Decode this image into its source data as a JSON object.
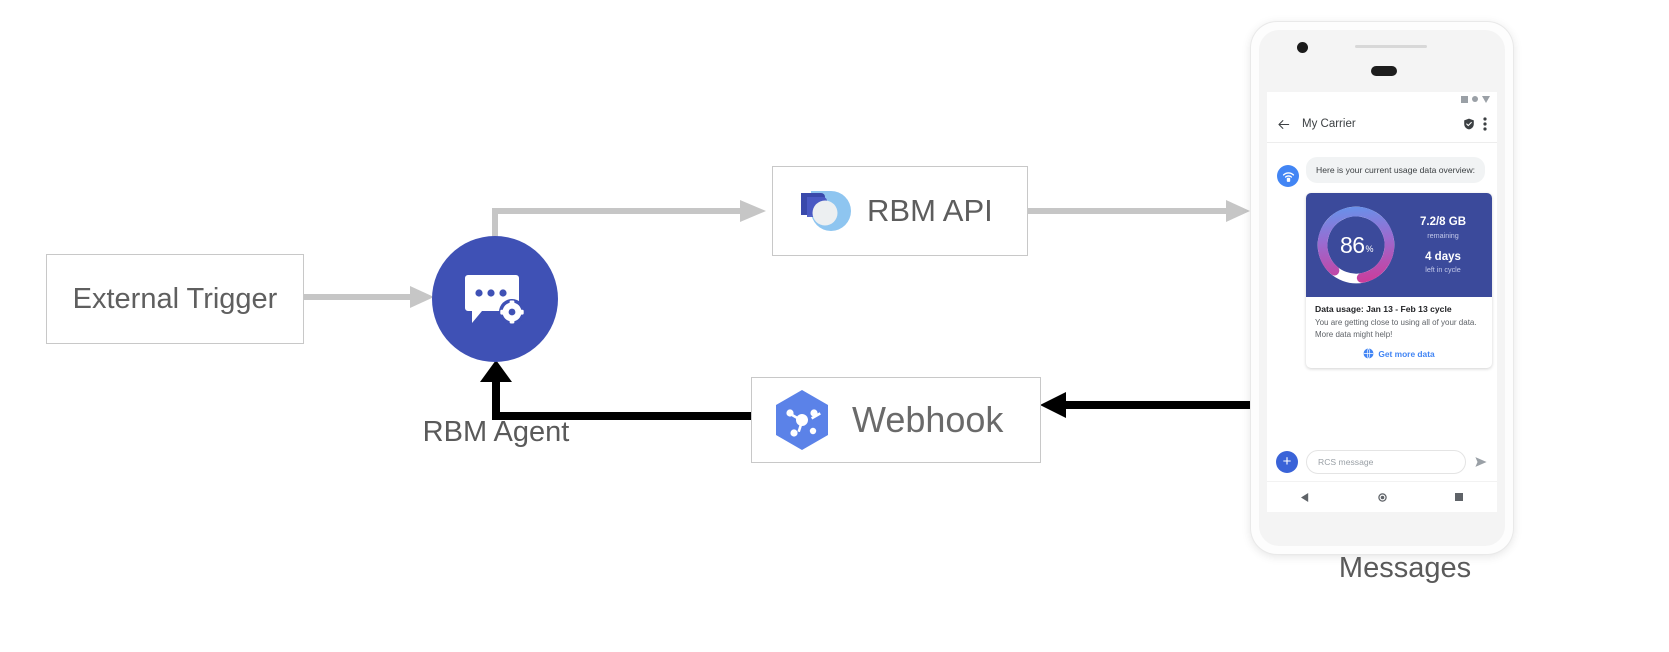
{
  "diagram": {
    "nodes": {
      "external_trigger": "External Trigger",
      "rbm_api": "RBM API",
      "webhook": "Webhook",
      "rbm_agent_label": "RBM Agent",
      "messages_label": "Messages"
    },
    "icons": {
      "rbm_agent": "chat-bubble-gear-icon",
      "rbm_api": "rbm-api-droplet-icon",
      "webhook": "cloud-functions-hexagon-icon"
    },
    "colors": {
      "agent_blue": "#3f51b5",
      "arrow_gray": "#c6c6c6",
      "arrow_black": "#000000",
      "box_border": "#c8c8c8",
      "label_gray": "#5a5a5a"
    }
  },
  "phone": {
    "statusbar": {
      "icons": [
        "signal-icon",
        "wifi-dot-icon",
        "battery-icon"
      ]
    },
    "appbar": {
      "back_icon": "back-arrow-icon",
      "title": "My Carrier",
      "verified_icon": "verified-shield-icon",
      "overflow_icon": "more-vert-icon"
    },
    "conversation": {
      "avatar_icon": "carrier-wifi-avatar-icon",
      "message_text": "Here is your current usage data overview:",
      "card": {
        "gauge": {
          "percent": 86,
          "percent_display": "86",
          "percent_symbol": "%",
          "gradient_from": "#5b9bf0",
          "gradient_to": "#d6328f",
          "track_color": "#ffffff"
        },
        "media_bg": "#3b4a9b",
        "stats": [
          {
            "value": "7.2/8 GB",
            "label": "remaining"
          },
          {
            "value": "4 days",
            "label": "left in cycle"
          }
        ],
        "title": "Data usage: Jan 13 - Feb 13 cycle",
        "description": "You are getting close to using all of your data. More data might help!",
        "action": {
          "icon": "globe-icon",
          "label": "Get more data",
          "color": "#4285f4"
        }
      }
    },
    "composer": {
      "add_icon": "plus-icon",
      "placeholder": "RCS message",
      "send_icon": "send-icon"
    },
    "navbar": {
      "back_icon": "nav-back-triangle-icon",
      "home_icon": "nav-home-circle-icon",
      "recents_icon": "nav-recents-square-icon"
    }
  }
}
